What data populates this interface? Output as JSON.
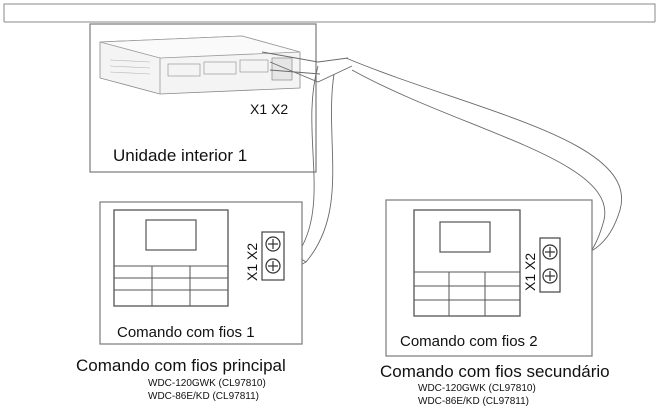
{
  "indoor_unit": {
    "label": "Unidade interior 1",
    "terminal_label": "X1 X2"
  },
  "controller_main": {
    "label": "Comando com fios 1",
    "terminal_label": "X1 X2",
    "caption": "Comando com fios principal",
    "models": [
      "WDC-120GWK (CL97810)",
      "WDC-86E/KD (CL97811)"
    ]
  },
  "controller_secondary": {
    "label": "Comando com fios 2",
    "terminal_label": "X1 X2",
    "caption": "Comando com fios secundário",
    "models": [
      "WDC-120GWK (CL97810)",
      "WDC-86E/KD (CL97811)"
    ]
  },
  "colors": {
    "line": "#6a6a6a",
    "frame": "#8a8a8a",
    "background": "#ffffff"
  }
}
